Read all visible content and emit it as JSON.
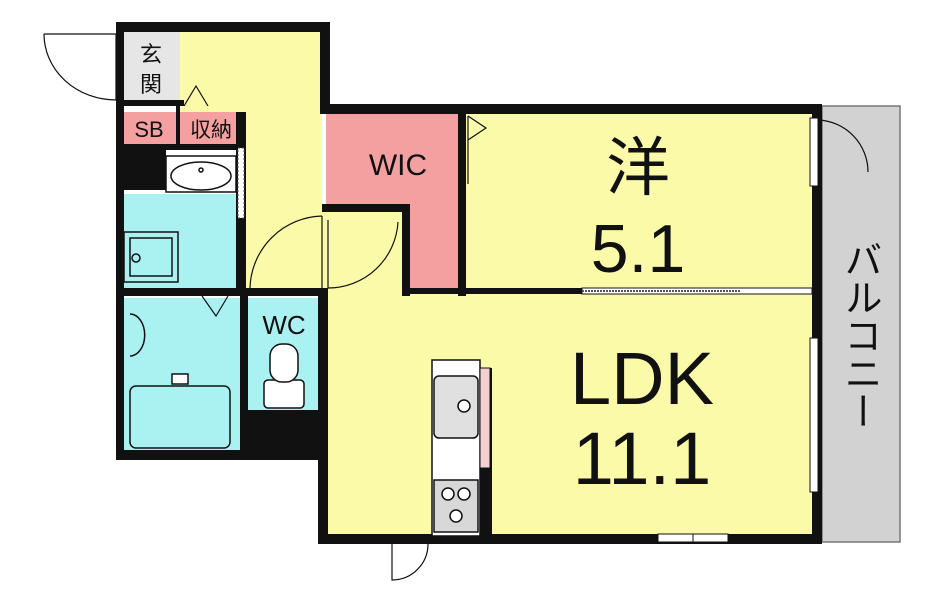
{
  "rooms": {
    "genkan": {
      "line1": "玄",
      "line2": "関"
    },
    "sb": {
      "label": "SB"
    },
    "storage": {
      "label": "収納"
    },
    "wic": {
      "label": "WIC"
    },
    "western": {
      "name": "洋",
      "size": "5.1"
    },
    "wc": {
      "label": "WC"
    },
    "ldk": {
      "name": "LDK",
      "size": "11.1"
    },
    "balcony": {
      "label": "バルコニー"
    }
  },
  "colors": {
    "living_yellow": "#fafaa8",
    "wet_cyan": "#aaf2f2",
    "closet_pink": "#f4a0a0",
    "balcony_gray": "#d2d2d2",
    "wall": "#111111"
  },
  "icons": [
    "door-swing-icon",
    "sink-icon",
    "washer-pan-icon",
    "bathtub-icon",
    "toilet-icon",
    "kitchen-sink-icon",
    "stove-icon"
  ]
}
